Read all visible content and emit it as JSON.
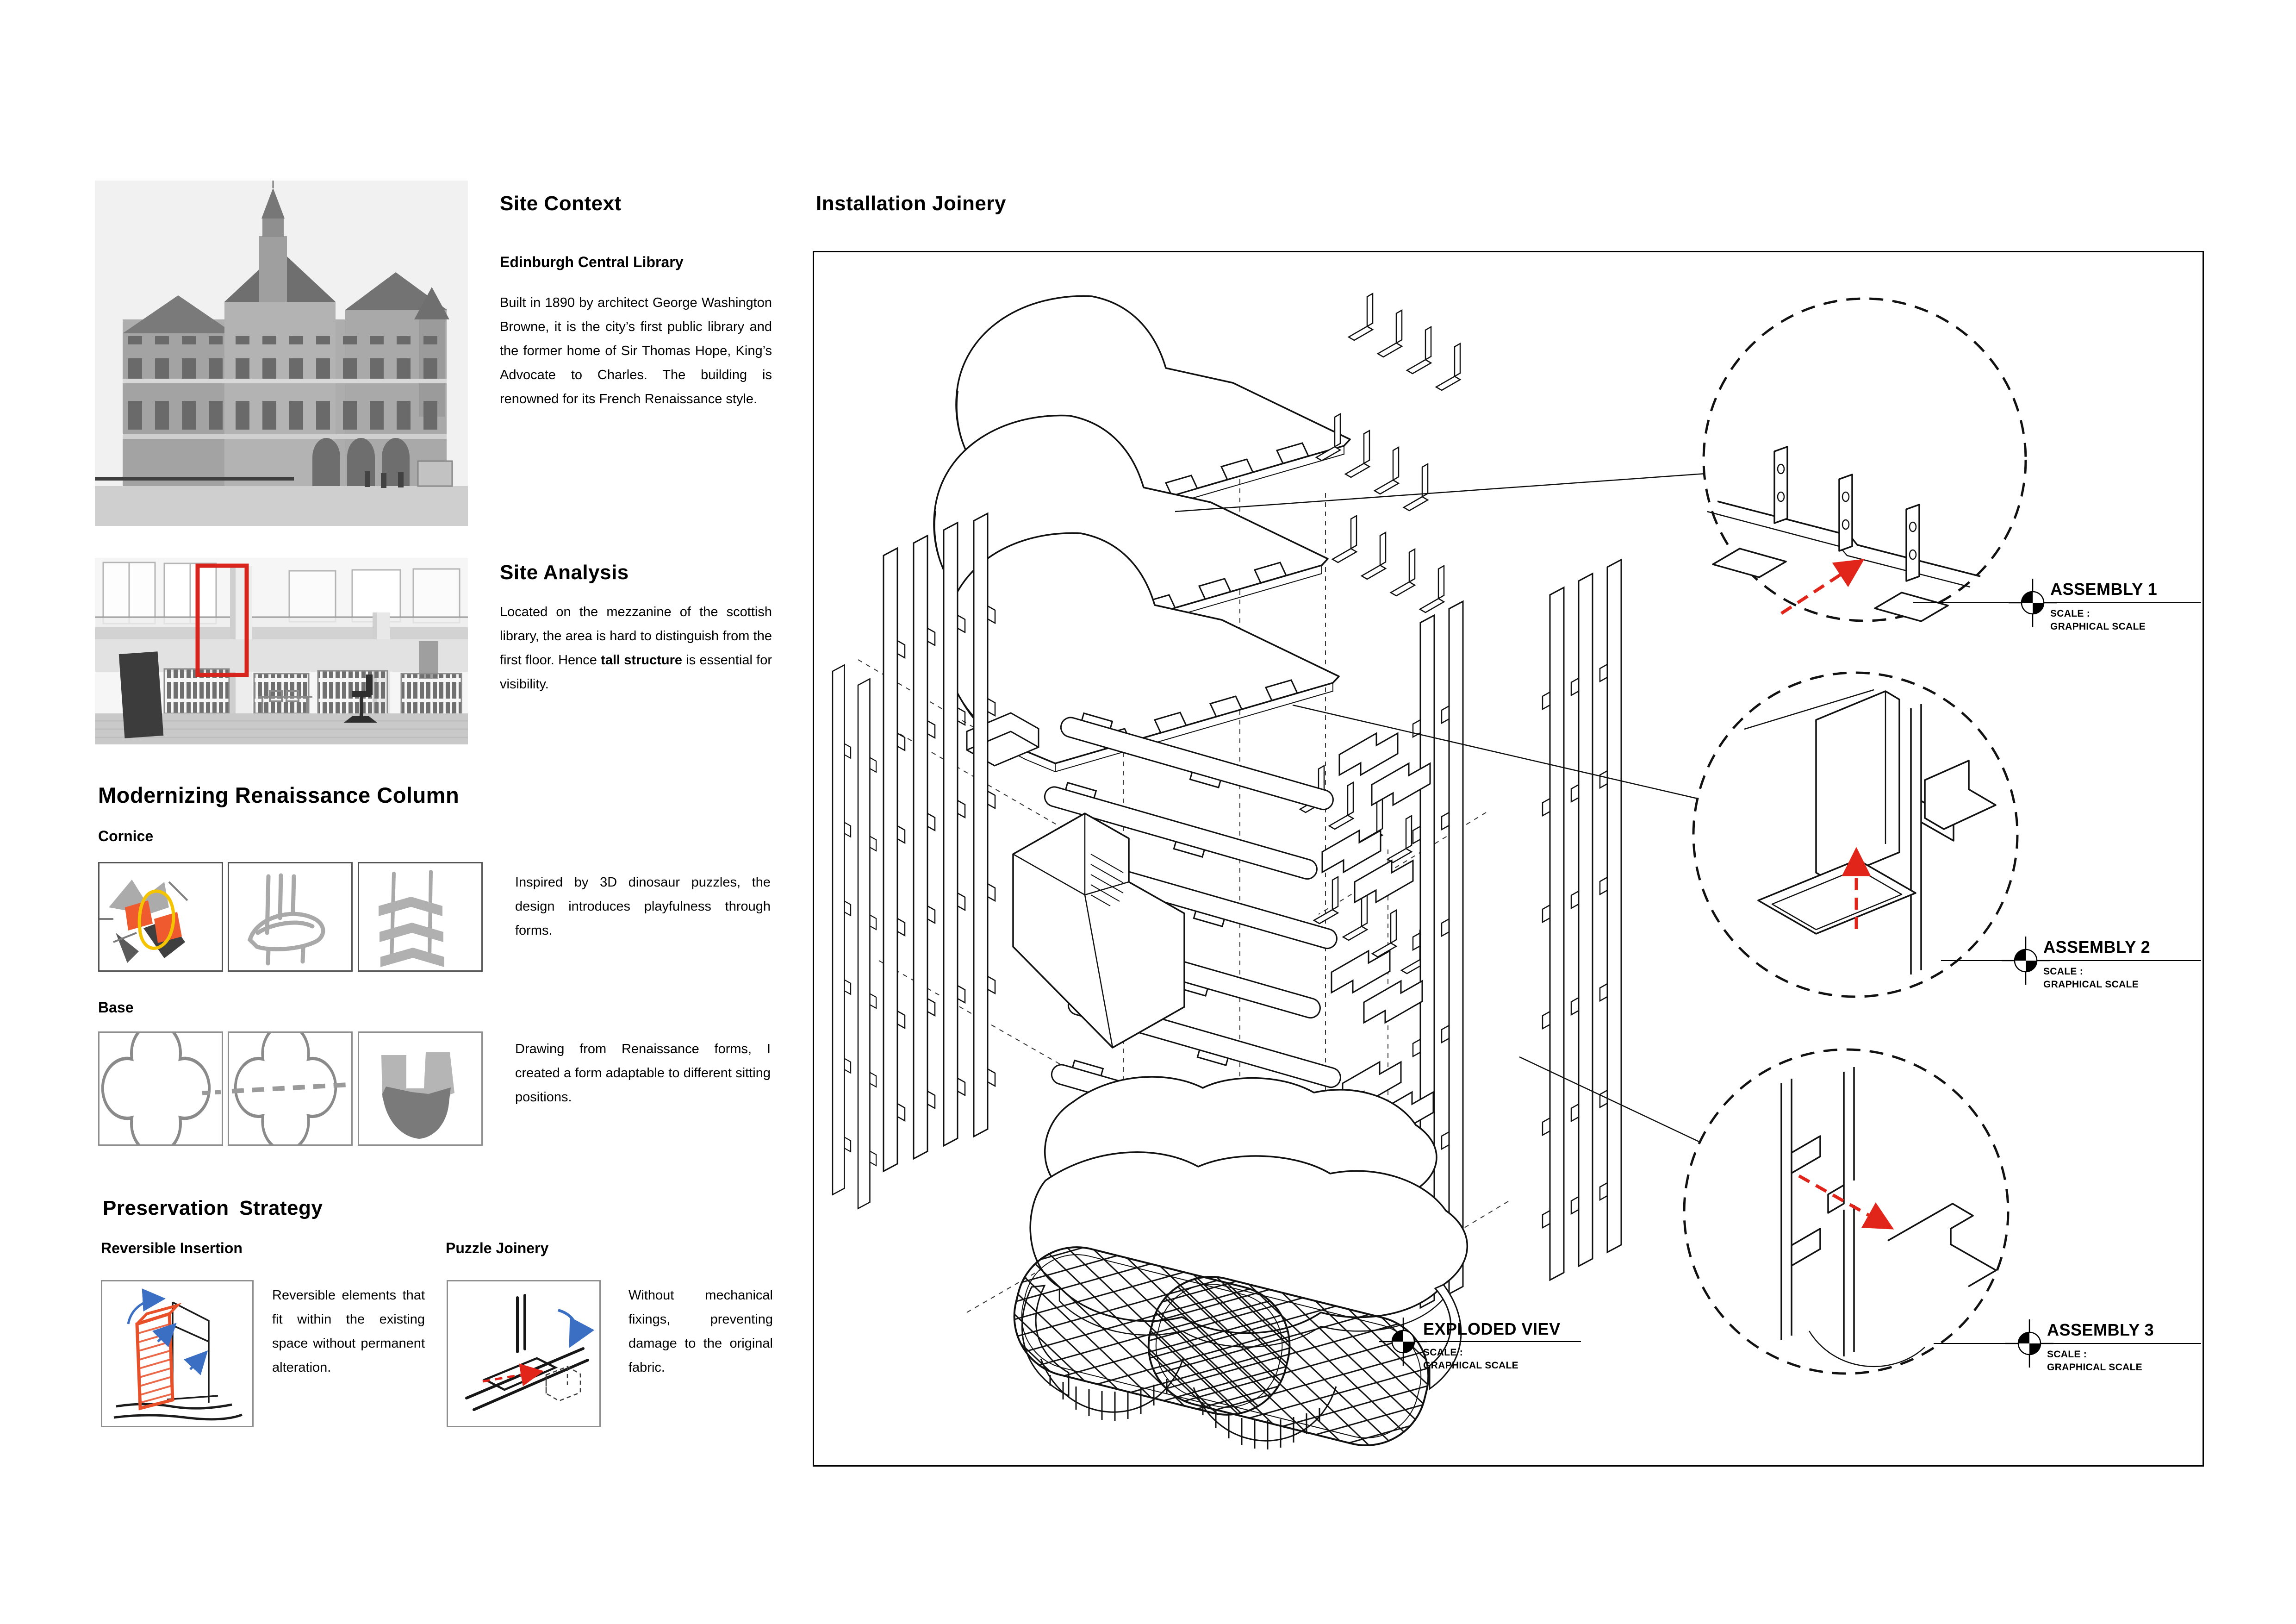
{
  "site_context": {
    "heading": "Site Context",
    "subheading": "Edinburgh Central Library",
    "paragraph": "Built in 1890 by architect George Washington Browne, it is the city’s first public library and the former home of Sir Thomas Hope, King’s Advocate to Charles. The building is renowned for its French Renaissance style."
  },
  "site_analysis": {
    "heading": "Site Analysis",
    "para_before": "Located on the mezzanine of the scottish library, the area is hard to distinguish from the first floor. Hence ",
    "para_bold": "tall structure",
    "para_after": " is essential for visibility."
  },
  "column_section": {
    "heading": "Modernizing Renaissance Column",
    "cornice": {
      "label": "Cornice",
      "caption": "Inspired by 3D dinosaur puzzles, the design introduces playfulness through forms."
    },
    "base": {
      "label": "Base",
      "caption": "Drawing from Renaissance forms, I created a form adaptable to different sitting positions."
    }
  },
  "preservation": {
    "heading": "Preservation Strategy",
    "reversible": {
      "label": "Reversible Insertion",
      "caption": "Reversible elements that fit within the existing space without permanent alteration."
    },
    "puzzle": {
      "label": "Puzzle Joinery",
      "caption": "Without mechanical fixings, preventing damage to the original fabric."
    }
  },
  "joinery": {
    "heading": "Installation Joinery",
    "exploded_view": {
      "title": "EXPLODED VIEV",
      "scale_label": "SCALE :",
      "scale_value": "GRAPHICAL SCALE"
    },
    "assemblies": [
      {
        "title": "ASSEMBLY 1",
        "scale_label": "SCALE :",
        "scale_value": "GRAPHICAL SCALE"
      },
      {
        "title": "ASSEMBLY 2",
        "scale_label": "SCALE :",
        "scale_value": "GRAPHICAL SCALE"
      },
      {
        "title": "ASSEMBLY 3",
        "scale_label": "SCALE :",
        "scale_value": "GRAPHICAL SCALE"
      }
    ]
  },
  "colors": {
    "accent_red": "#d7241c",
    "arrow_red": "#e1251b",
    "sketch_orange": "#e8502a",
    "sketch_yellow": "#f5c400",
    "sketch_blue": "#3a6fc4",
    "sketch_gray": "#9c9c9c",
    "line_black": "#111111"
  }
}
